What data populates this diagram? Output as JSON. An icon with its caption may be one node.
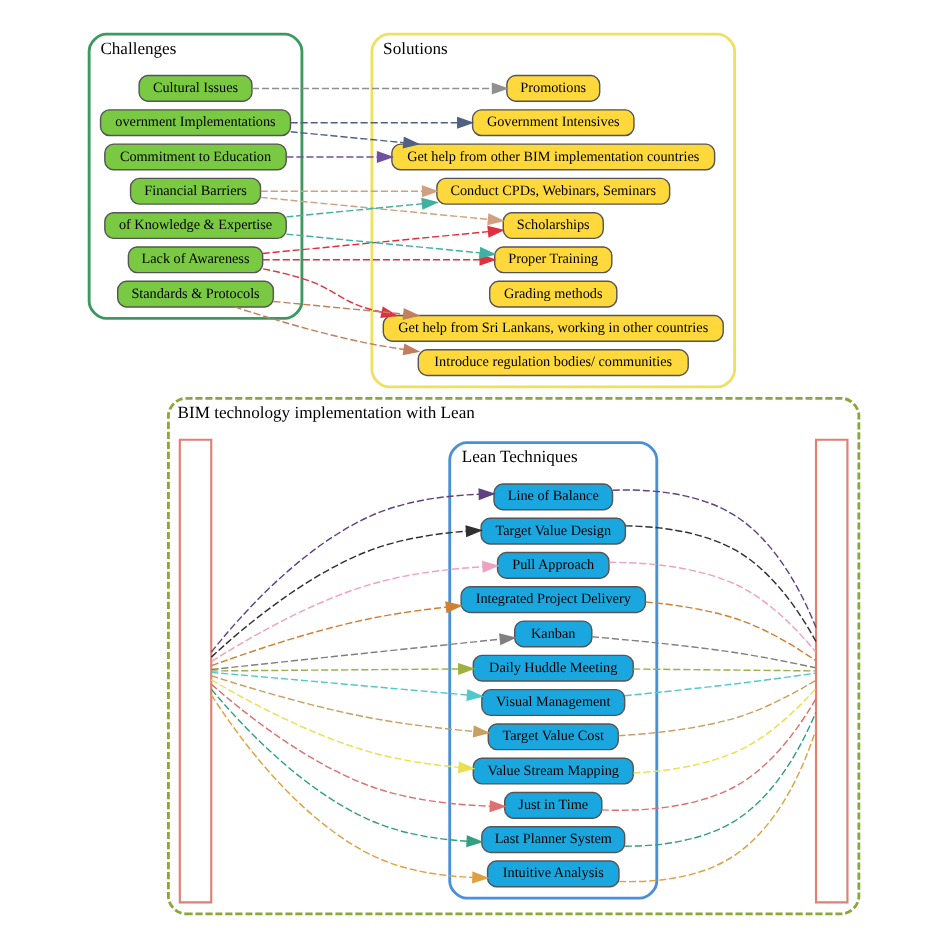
{
  "diagram": {
    "nodes": [
      {
        "text": [
          "BIM technology implementation with Lean"
        ]
      },
      {
        "text": [],
        "shape": "box",
        "in": 0
      },
      {
        "text": [
          "Lean Techniques"
        ],
        "in": 0
      },
      {
        "text": [
          "Visual Management"
        ],
        "in": 2
      },
      {
        "text": [
          "Target Value Cost"
        ],
        "in": 2
      },
      {
        "text": [
          "Value Stream Mapping"
        ],
        "in": 2
      },
      {
        "text": [
          "Just in Time"
        ],
        "in": 2
      },
      {
        "text": [
          "Last Planner System"
        ],
        "in": 2
      },
      {
        "text": [
          "Intuitive Analysis"
        ],
        "in": 2
      },
      {
        "text": [
          "Line of Balance"
        ],
        "in": 2
      },
      {
        "text": [
          "Target Value Design"
        ],
        "in": 2
      },
      {
        "text": [
          "Pull Approach"
        ],
        "in": 2
      },
      {
        "text": [
          "Integrated Project Delivery"
        ],
        "in": 2
      },
      {
        "text": [
          "Kanban"
        ],
        "in": 2
      },
      {
        "text": [
          "Daily Huddle Meeting"
        ],
        "in": 2
      },
      {
        "text": [],
        "shape": "box",
        "in": 0
      },
      {
        "text": [
          "Challenges"
        ]
      },
      {
        "text": [
          "Cultural Issues"
        ],
        "in": 16
      },
      {
        "text": [
          "Financial Barriers"
        ],
        "in": 16
      },
      {
        "text": [
          "overnment Implementations"
        ],
        "in": 16
      },
      {
        "text": [
          "Lack of Awareness"
        ],
        "in": 16
      },
      {
        "text": [
          "of Knowledge & Expertise"
        ],
        "in": 16
      },
      {
        "text": [
          "Commitment to Education"
        ],
        "in": 16
      },
      {
        "text": [
          "Standards & Protocols"
        ],
        "in": 16
      },
      {
        "text": [
          "Solutions"
        ]
      },
      {
        "text": [
          "Conduct CPDs, Webinars, Seminars"
        ],
        "in": 24
      },
      {
        "text": [
          "Get help from other BIM implementation countries"
        ],
        "in": 24
      },
      {
        "text": [
          "Get help from Sri Lankans, working in other countries"
        ],
        "in": 24
      },
      {
        "text": [
          "Scholarships"
        ],
        "in": 24
      },
      {
        "text": [
          "Government Intensives"
        ],
        "in": 24
      },
      {
        "text": [
          "Proper Training"
        ],
        "in": 24
      },
      {
        "text": [
          "Grading methods"
        ],
        "in": 24
      },
      {
        "text": [
          "Promotions"
        ],
        "in": 24
      },
      {
        "text": [
          "Introduce regulation bodies/ communities"
        ],
        "in": 24
      }
    ],
    "edges": [
      {
        "from": 1,
        "to": 3,
        "arrow": "to",
        "style": "dashed",
        "color": "#4fc9c9"
      },
      {
        "from": 1,
        "to": 4,
        "arrow": "to",
        "style": "dashed",
        "color": "#c8a060"
      },
      {
        "from": 1,
        "to": 5,
        "arrow": "to",
        "style": "dashed",
        "color": "#e8e050"
      },
      {
        "from": 1,
        "to": 6,
        "arrow": "to",
        "style": "dashed",
        "color": "#e07070"
      },
      {
        "from": 1,
        "to": 7,
        "arrow": "to",
        "style": "dashed",
        "color": "#30a080"
      },
      {
        "from": 1,
        "to": 8,
        "arrow": "to",
        "style": "dashed",
        "color": "#e0a040"
      },
      {
        "from": 1,
        "to": 9,
        "arrow": "to",
        "style": "dashed",
        "color": "#604080"
      },
      {
        "from": 1,
        "to": 10,
        "arrow": "to",
        "style": "dashed",
        "color": "#303030"
      },
      {
        "from": 1,
        "to": 11,
        "arrow": "to",
        "style": "dashed",
        "color": "#f0a0c0"
      },
      {
        "from": 1,
        "to": 12,
        "arrow": "to",
        "style": "dashed",
        "color": "#d08030"
      },
      {
        "from": 1,
        "to": 13,
        "arrow": "to",
        "style": "dashed",
        "color": "#808080"
      },
      {
        "from": 1,
        "to": 14,
        "arrow": "to",
        "style": "dashed",
        "color": "#a0b040"
      },
      {
        "from": 3,
        "to": 15,
        "arrow": "none",
        "style": "dashed",
        "color": "#4fc9c9"
      },
      {
        "from": 4,
        "to": 15,
        "arrow": "none",
        "style": "dashed",
        "color": "#c8a060"
      },
      {
        "from": 5,
        "to": 15,
        "arrow": "none",
        "style": "dashed",
        "color": "#e8e050"
      },
      {
        "from": 6,
        "to": 15,
        "arrow": "none",
        "style": "dashed",
        "color": "#e07070"
      },
      {
        "from": 7,
        "to": 15,
        "arrow": "none",
        "style": "dashed",
        "color": "#30a080"
      },
      {
        "from": 8,
        "to": 15,
        "arrow": "none",
        "style": "dashed",
        "color": "#e0a040"
      },
      {
        "from": 9,
        "to": 15,
        "arrow": "none",
        "style": "dashed",
        "color": "#604080"
      },
      {
        "from": 10,
        "to": 15,
        "arrow": "none",
        "style": "dashed",
        "color": "#303030"
      },
      {
        "from": 11,
        "to": 15,
        "arrow": "none",
        "style": "dashed",
        "color": "#f0a0c0"
      },
      {
        "from": 12,
        "to": 15,
        "arrow": "none",
        "style": "dashed",
        "color": "#d08030"
      },
      {
        "from": 13,
        "to": 15,
        "arrow": "none",
        "style": "dashed",
        "color": "#808080"
      },
      {
        "from": 14,
        "to": 15,
        "arrow": "none",
        "style": "dashed",
        "color": "#a0b040"
      },
      {
        "from": 17,
        "to": 32,
        "arrow": "to",
        "style": "dashed",
        "color": "#909090"
      },
      {
        "from": 18,
        "to": 25,
        "arrow": "to",
        "style": "dashed",
        "color": "#d0a080"
      },
      {
        "from": 18,
        "to": 28,
        "arrow": "to",
        "style": "dashed",
        "color": "#d0a080"
      },
      {
        "from": 19,
        "to": 26,
        "arrow": "to",
        "style": "dashed",
        "color": "#506080"
      },
      {
        "from": 19,
        "to": 29,
        "arrow": "to",
        "style": "dashed",
        "color": "#506080"
      },
      {
        "from": 20,
        "to": 27,
        "arrow": "to",
        "style": "dashed",
        "color": "#e03040"
      },
      {
        "from": 20,
        "to": 28,
        "arrow": "to",
        "style": "dashed",
        "color": "#e03040"
      },
      {
        "from": 20,
        "to": 30,
        "arrow": "to",
        "style": "dashed",
        "color": "#e03040"
      },
      {
        "from": 21,
        "to": 30,
        "arrow": "to",
        "style": "dashed",
        "color": "#40b0a0"
      },
      {
        "from": 21,
        "to": 25,
        "arrow": "to",
        "style": "dashed",
        "color": "#40b0a0"
      },
      {
        "from": 22,
        "to": 26,
        "arrow": "to",
        "style": "dashed",
        "color": "#7050a0"
      },
      {
        "from": 23,
        "to": 33,
        "arrow": "to",
        "style": "dashed",
        "color": "#c08060"
      },
      {
        "from": 23,
        "to": 27,
        "arrow": "to",
        "style": "dashed",
        "color": "#c08060"
      }
    ]
  }
}
